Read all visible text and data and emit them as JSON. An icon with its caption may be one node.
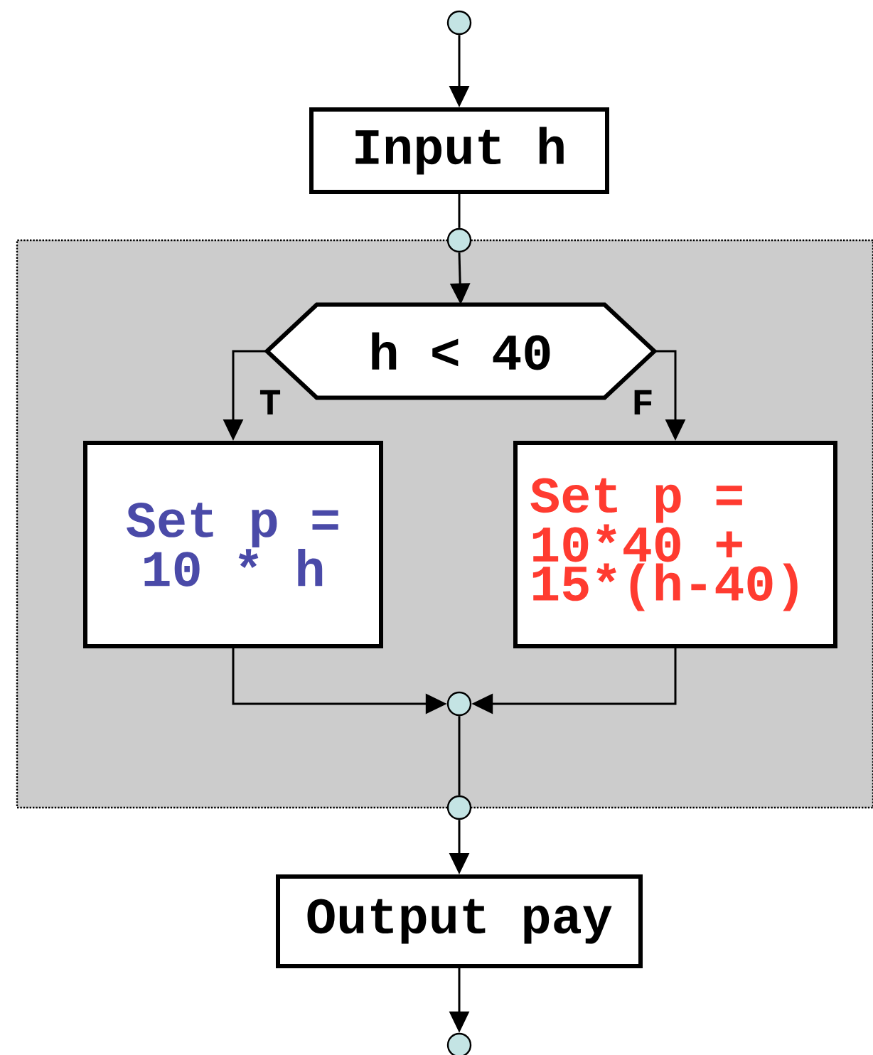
{
  "diagram": {
    "nodes": [
      {
        "text": [],
        "shape": "circle"
      },
      {
        "text": [
          "Input h"
        ]
      },
      {
        "text": [],
        "shape": "box"
      },
      {
        "text": [],
        "shape": "circle"
      },
      {
        "text": [
          "h < 40"
        ],
        "in": 2
      },
      {
        "text": [
          "Set p = 10 * h"
        ],
        "in": 2
      },
      {
        "text": [
          "Set p = 10*40 + 15*(h-40)"
        ],
        "in": 2
      },
      {
        "text": [],
        "shape": "circle",
        "in": 2
      },
      {
        "text": [],
        "shape": "circle"
      },
      {
        "text": [
          "Output pay"
        ]
      },
      {
        "text": [],
        "shape": "circle"
      }
    ],
    "edges": [
      {
        "from": 0,
        "to": 1,
        "arrow": "to"
      },
      {
        "from": 1,
        "to": 3,
        "arrow": "none"
      },
      {
        "from": 3,
        "to": 4,
        "arrow": "to"
      },
      {
        "from": 4,
        "to": 5,
        "arrow": "to",
        "label": "T"
      },
      {
        "from": 4,
        "to": 6,
        "arrow": "to",
        "label": "F"
      },
      {
        "from": 5,
        "to": 7,
        "arrow": "to"
      },
      {
        "from": 6,
        "to": 7,
        "arrow": "to"
      },
      {
        "from": 7,
        "to": 8,
        "arrow": "none"
      },
      {
        "from": 8,
        "to": 9,
        "arrow": "to"
      },
      {
        "from": 9,
        "to": 10,
        "arrow": "to"
      }
    ]
  }
}
